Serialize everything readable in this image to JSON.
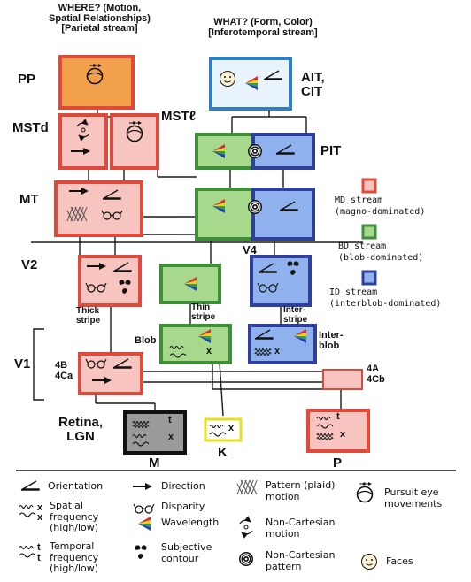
{
  "headers": {
    "where_line1": "WHERE? (Motion,",
    "where_line2": "Spatial Relationships)",
    "where_line3": "[Parietal stream]",
    "what_line1": "WHAT? (Form, Color)",
    "what_line2": "[Inferotemporal stream]"
  },
  "areas": {
    "pp": "PP",
    "mstd": "MSTd",
    "mstl": "MSTℓ",
    "mt": "MT",
    "v2": "V2",
    "v1": "V1",
    "ait_line1": "AIT,",
    "ait_line2": "CIT",
    "pit": "PIT",
    "v4": "V4",
    "v1_4b": "4B",
    "v1_4ca": "4Ca",
    "v1_4a": "4A",
    "v1_4cb": "4Cb",
    "retina_line1": "Retina,",
    "retina_line2": "LGN",
    "m": "M",
    "k": "K",
    "p": "P"
  },
  "sublabels": {
    "thick_1": "Thick",
    "thick_2": "stripe",
    "thin_1": "Thin",
    "thin_2": "stripe",
    "inter_1": "Inter-",
    "inter_2": "stripe",
    "blob": "Blob",
    "interblob_1": "Inter-",
    "interblob_2": "blob"
  },
  "streams": {
    "md_1": "MD  stream",
    "md_2": "(magno-dominated)",
    "bd_1": "BD stream",
    "bd_2": "(blob-dominated)",
    "id_1": "ID stream",
    "id_2": "(interblob-dominated)"
  },
  "glyph_text": {
    "x": "x",
    "t": "t"
  },
  "legend": {
    "orientation": "Orientation",
    "direction": "Direction",
    "pattern_1": "Pattern (plaid)",
    "pattern_2": "motion",
    "pursuit_1": "Pursuit eye",
    "pursuit_2": "movements",
    "spatial_1": "Spatial",
    "spatial_2": "frequency",
    "spatial_3": "(high/low)",
    "disparity": "Disparity",
    "wavelength": "Wavelength",
    "noncart_motion_1": "Non-Cartesian",
    "noncart_motion_2": "motion",
    "temporal_1": "Temporal",
    "temporal_2": "frequency",
    "temporal_3": "(high/low)",
    "subjective_1": "Subjective",
    "subjective_2": "contour",
    "noncart_pattern_1": "Non-Cartesian",
    "noncart_pattern_2": "pattern",
    "faces": "Faces"
  },
  "colors": {
    "md_border": "#e04a3a",
    "md_fill": "#f7c4bf",
    "pp_fill": "#f2a04c",
    "bd_border": "#3e8e3a",
    "bd_fill": "#a6d98b",
    "id_border": "#2e3f9c",
    "id_fill": "#8fb2ee",
    "ait_border": "#2f7ec2",
    "ait_fill": "#e9f3fb",
    "k_border": "#e7df1f",
    "retina_fill": "#9a9a9a",
    "line": "#1a1a1a"
  },
  "icons": {
    "orientation": "orientation-angle-icon",
    "direction": "direction-arrow-icon",
    "pattern": "plaid-pattern-icon",
    "pursuit": "pursuit-eye-icon",
    "spatial": "spatial-frequency-icon",
    "disparity": "disparity-glasses-icon",
    "wavelength": "wavelength-fan-icon",
    "noncart_motion": "non-cartesian-motion-icon",
    "temporal": "temporal-frequency-icon",
    "subjective": "subjective-contour-icon",
    "noncart_pattern": "non-cartesian-pattern-icon",
    "faces": "face-icon"
  }
}
